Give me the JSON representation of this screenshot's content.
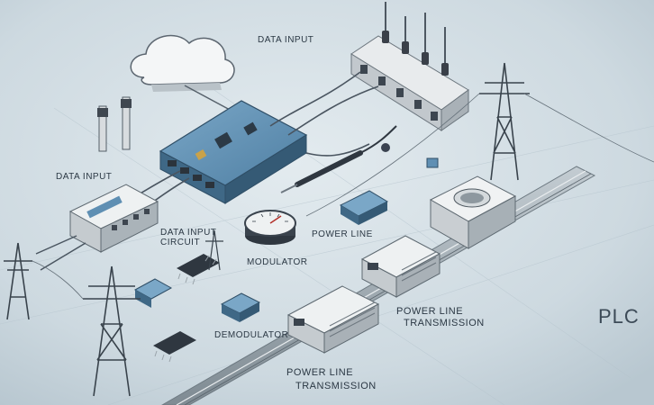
{
  "labels": {
    "data_input_top": "DATA INPUT",
    "data_input_left": "DATA INPUT",
    "data_input_circuit_1": "DATA INPUT",
    "data_input_circuit_2": "CIRCUIT",
    "modulator": "MODULATOR",
    "power_line_mid": "POWER LINE",
    "power_line_transmission_right_1": "POWER LINE",
    "power_line_transmission_right_2": "TRANSMISSION",
    "demodulator": "DEMODULATOR",
    "power_line_transmission_bottom_1": "POWER LINE",
    "power_line_transmission_bottom_2": "TRANSMISSION",
    "plc": "PLC"
  },
  "colors": {
    "background": "#cdd9e0",
    "board_blue": "#5f8fb3",
    "device_grey": "#d9dde0",
    "wire": "#4a5560",
    "rail": "#9aa5ad"
  }
}
